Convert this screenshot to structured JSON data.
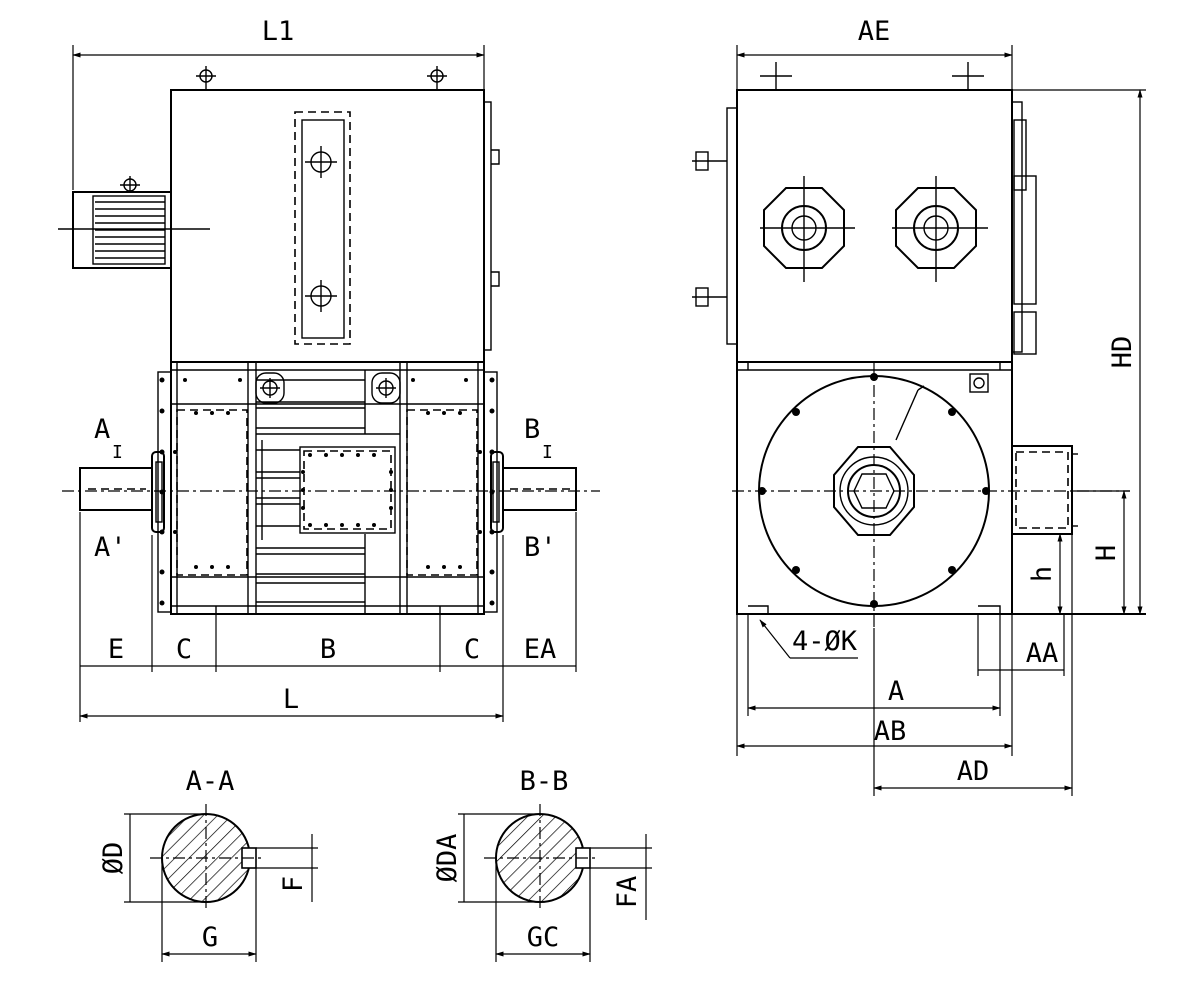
{
  "labels": {
    "L1": "L1",
    "AE": "AE",
    "HD": "HD",
    "H": "H",
    "h": "h",
    "A1": "A",
    "A1_sub": "I",
    "A_prime": "A'",
    "B1": "B",
    "B1_sub": "I",
    "B_prime": "B'",
    "E": "E",
    "C_left": "C",
    "B": "B",
    "C_right": "C",
    "EA": "EA",
    "L": "L",
    "holes": "4-ØK",
    "AA": "AA",
    "A": "A",
    "AB": "AB",
    "AD": "AD",
    "section_AA": "A-A",
    "section_BB": "B-B",
    "phiD": "ØD",
    "phiDA": "ØDA",
    "F": "F",
    "FA": "FA",
    "G": "G",
    "GC": "GC"
  }
}
